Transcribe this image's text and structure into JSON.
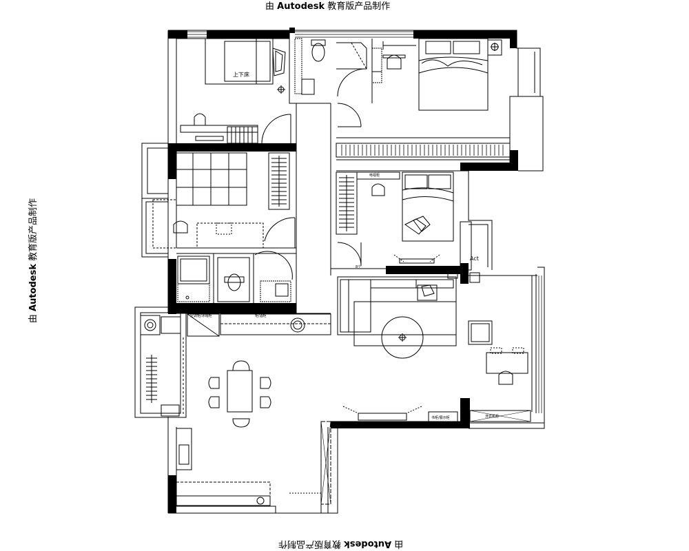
{
  "watermark": {
    "prefix": "由 ",
    "brand": "Autodesk",
    "suffix": " 教育版产品制作"
  },
  "labels": {
    "bunk_bed": "上下床",
    "stair_room": "8个",
    "aircon": "Act",
    "shelf_a": "空调柜/冰箱柜",
    "shelf_b": "柜/酒柜",
    "shelf_c": "书柜/展示柜",
    "laundry": "洗衣机柜",
    "tv_cabinet": "电视柜"
  }
}
